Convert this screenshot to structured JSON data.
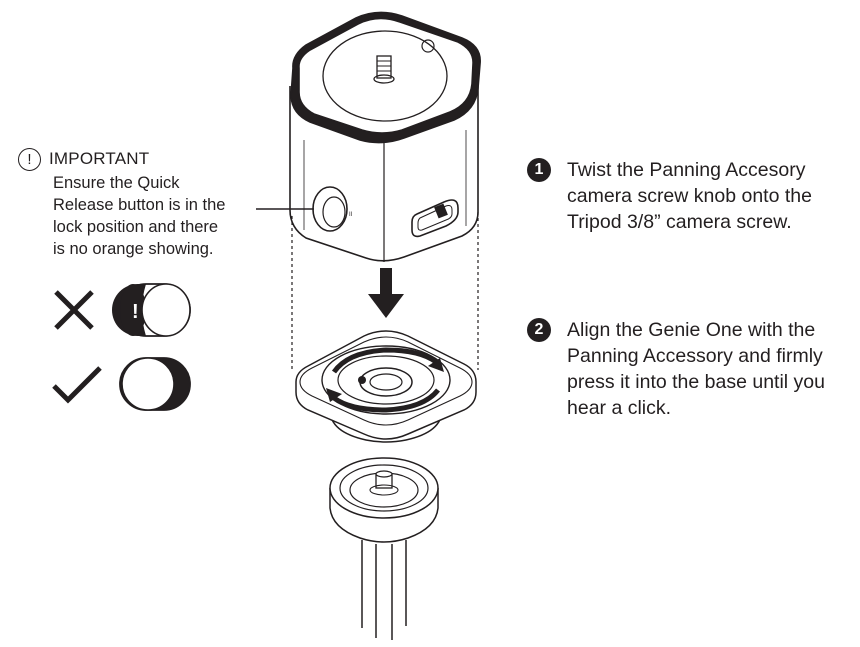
{
  "important": {
    "icon": "exclamation-circle-icon",
    "title": "IMPORTANT",
    "lines": [
      "Ensure the Quick",
      "Release button is in the",
      "lock position and there",
      "is no orange showing."
    ]
  },
  "lock_states": [
    {
      "status": "incorrect",
      "status_icon": "cross-icon",
      "button_icon": "unlocked-exclamation-button-icon"
    },
    {
      "status": "correct",
      "status_icon": "checkmark-icon",
      "button_icon": "locked-button-icon"
    }
  ],
  "steps": [
    {
      "number": "1",
      "lines": [
        "Twist the Panning Accesory",
        "camera screw knob onto the",
        "Tripod 3/8” camera screw."
      ]
    },
    {
      "number": "2",
      "lines": [
        "Align the Genie One with the",
        "Panning Accessory and firmly",
        "press it into the base until you",
        "hear a click."
      ]
    }
  ],
  "colors": {
    "ink": "#231f20",
    "background": "#ffffff"
  }
}
